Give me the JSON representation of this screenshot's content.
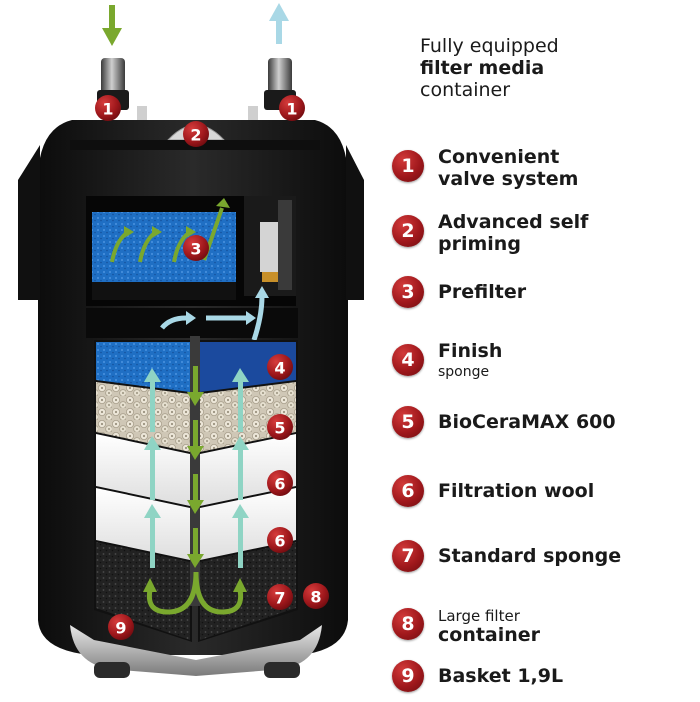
{
  "heading": {
    "line1": "Fully equipped",
    "line2": "filter media",
    "line3": "container"
  },
  "legend": [
    {
      "num": "1",
      "line1": "Convenient",
      "line2": "valve system"
    },
    {
      "num": "2",
      "line1": "Advanced self",
      "line2": "priming"
    },
    {
      "num": "3",
      "line1": "Prefilter"
    },
    {
      "num": "4",
      "line1": "Finish",
      "line2": "sponge"
    },
    {
      "num": "5",
      "line1": "BioCeraMAX 600"
    },
    {
      "num": "6",
      "line1": "Filtration wool"
    },
    {
      "num": "7",
      "line1": "Standard sponge"
    },
    {
      "num": "8",
      "line1": "Large filter",
      "line2": "container"
    },
    {
      "num": "9",
      "line1": "Basket 1,9L"
    }
  ],
  "callouts": {
    "valve_left": "1",
    "valve_right": "1",
    "priming": "2",
    "prefilter": "3",
    "finish": "4",
    "bioceramax": "5",
    "wool_upper": "6",
    "wool_lower": "6",
    "standard": "7",
    "container": "8",
    "basket": "9"
  },
  "colors": {
    "badge_red": "#a0181c",
    "inflow_green": "#7aa82e",
    "outflow_blue": "#a9d8e6",
    "prefilter_blue": "#1f6fc4",
    "finish_blue": "#1b4a9e",
    "housing": "#1c1c1c"
  }
}
